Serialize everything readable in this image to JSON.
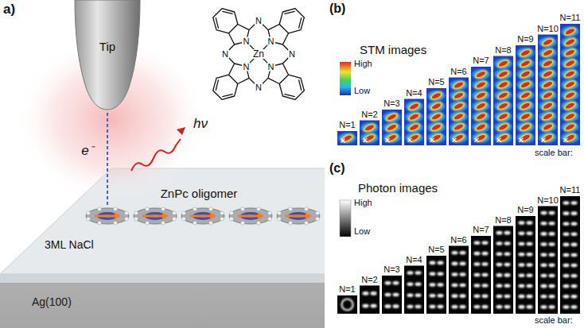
{
  "diagram": {
    "nodes": [
      {
        "text": [
          "Tip"
        ]
      }
    ],
    "labels": [
      "a)",
      "e⁻",
      "hν",
      "Zn",
      "N",
      "N",
      "N",
      "N",
      "N",
      "N",
      "N",
      "N",
      "ZnPc oligomer",
      "3ML NaCl",
      "Ag(100)",
      "(b)",
      "STM images",
      "High",
      "Low",
      "N=1",
      "N=2",
      "N=3",
      "N=4",
      "N=5",
      "N=6",
      "N=7",
      "N=8",
      "N=9",
      "N=10",
      "N=11",
      "scale bar:",
      "(c)",
      "Photon images",
      "High",
      "Low",
      "N=1",
      "N=2",
      "N=3",
      "N=4",
      "N=5",
      "N=6",
      "N=7",
      "N=8",
      "N=9",
      "N=10",
      "N=11",
      "scale bar:"
    ]
  }
}
